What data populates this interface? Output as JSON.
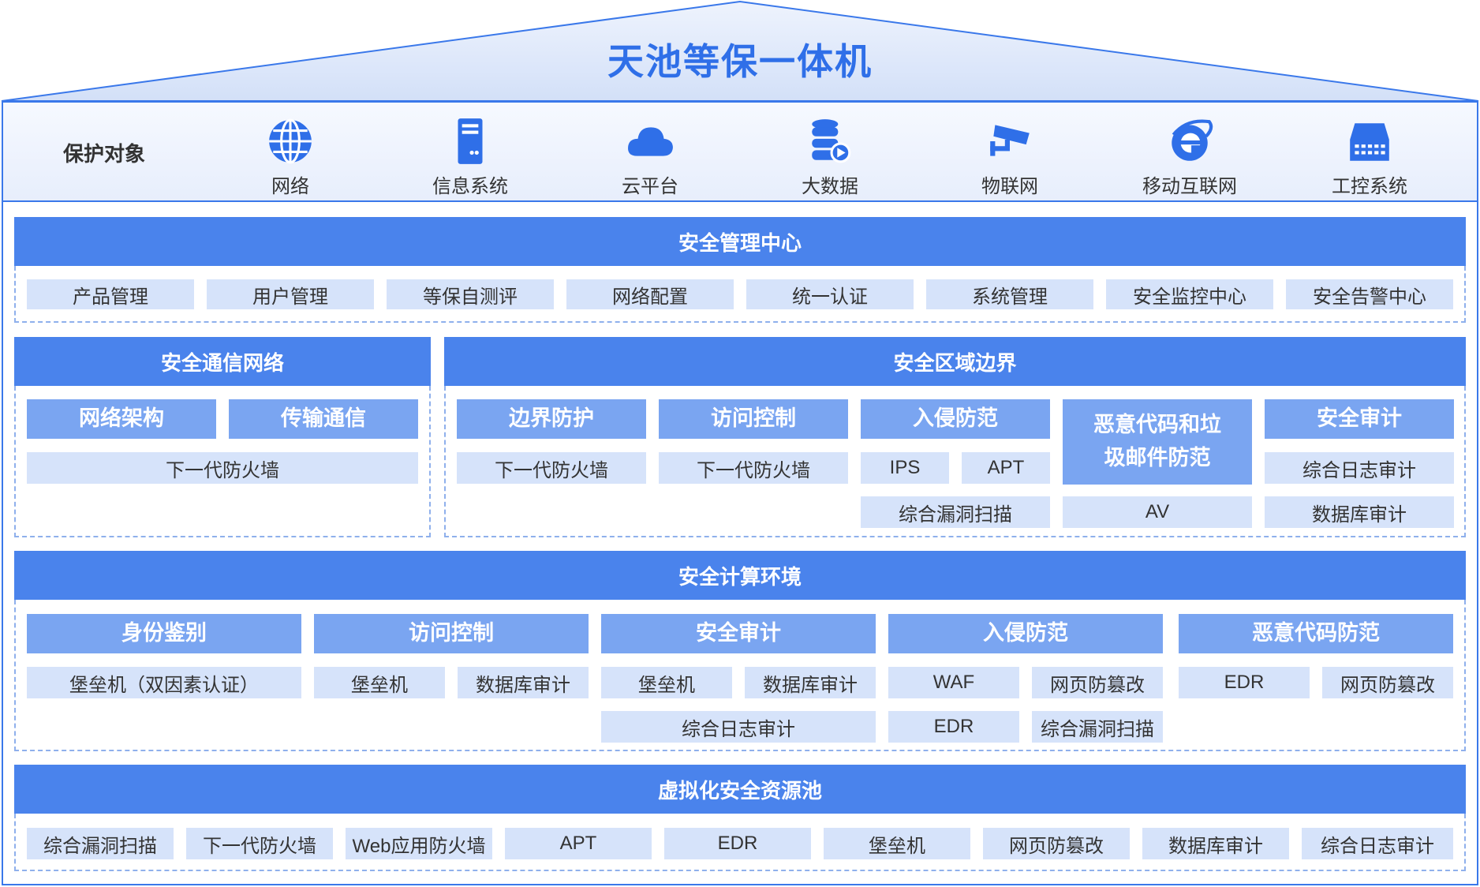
{
  "title": "天池等保一体机",
  "protect": {
    "label": "保护对象",
    "items": [
      {
        "label": "网络",
        "icon": "globe-icon"
      },
      {
        "label": "信息系统",
        "icon": "server-icon"
      },
      {
        "label": "云平台",
        "icon": "cloud-icon"
      },
      {
        "label": "大数据",
        "icon": "database-icon"
      },
      {
        "label": "物联网",
        "icon": "camera-icon"
      },
      {
        "label": "移动互联网",
        "icon": "ie-icon"
      },
      {
        "label": "工控系统",
        "icon": "switch-icon"
      }
    ]
  },
  "mgmt": {
    "title": "安全管理中心",
    "items": [
      "产品管理",
      "用户管理",
      "等保自测评",
      "网络配置",
      "统一认证",
      "系统管理",
      "安全监控中心",
      "安全告警中心"
    ]
  },
  "comm": {
    "title": "安全通信网络",
    "subs": [
      "网络架构",
      "传输通信"
    ],
    "items": [
      "下一代防火墙"
    ]
  },
  "zone": {
    "title": "安全区域边界",
    "subs": [
      "边界防护",
      "访问控制",
      "入侵防范",
      "恶意代码和垃圾邮件防范",
      "安全审计"
    ],
    "items": [
      "下一代防火墙",
      "下一代防火墙",
      "IPS",
      "APT",
      "综合日志审计",
      "综合漏洞扫描",
      "AV",
      "数据库审计"
    ]
  },
  "compute": {
    "title": "安全计算环境",
    "subs": [
      "身份鉴别",
      "访问控制",
      "安全审计",
      "入侵防范",
      "恶意代码防范"
    ],
    "items": [
      "堡垒机（双因素认证）",
      "堡垒机",
      "数据库审计",
      "堡垒机",
      "数据库审计",
      "WAF",
      "网页防篡改",
      "EDR",
      "网页防篡改",
      "综合日志审计",
      "EDR",
      "综合漏洞扫描"
    ]
  },
  "virtual": {
    "title": "虚拟化安全资源池",
    "items": [
      "综合漏洞扫描",
      "下一代防火墙",
      "Web应用防火墙",
      "APT",
      "EDR",
      "堡垒机",
      "网页防篡改",
      "数据库审计",
      "综合日志审计"
    ]
  },
  "colors": {
    "accent": "#2f6fe8",
    "band": "#4a83ec",
    "sub": "#7aa5f1",
    "chip": "#d6e3fa"
  }
}
